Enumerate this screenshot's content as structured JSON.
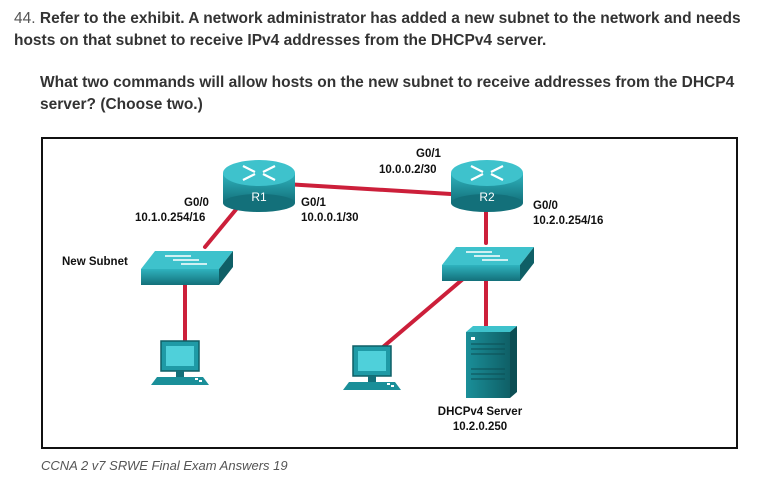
{
  "question": {
    "number": "44.",
    "text": "Refer to the exhibit. A network administrator has added a new subnet to the network and needs hosts on that subnet to receive IPv4 addresses from the DHCPv4 server.",
    "prompt": "What two commands will allow hosts on the new subnet to receive addresses from the DHCP4 server? (Choose two.)"
  },
  "diagram": {
    "r1": {
      "name": "R1",
      "left_iface": "G0/0",
      "left_ip": "10.1.0.254/16",
      "right_iface": "G0/1",
      "right_ip": "10.0.0.1/30"
    },
    "r2": {
      "name": "R2",
      "top_iface": "G0/1",
      "top_ip": "10.0.0.2/30",
      "right_iface": "G0/0",
      "right_ip": "10.2.0.254/16"
    },
    "new_subnet": "New Subnet",
    "server": {
      "name": "DHCPv4 Server",
      "ip": "10.2.0.250"
    },
    "colors": {
      "link": "#cc1f3a",
      "device": "#1f9aa6",
      "device_dark": "#13707a"
    }
  },
  "caption": "CCNA 2 v7 SRWE Final Exam Answers 19"
}
